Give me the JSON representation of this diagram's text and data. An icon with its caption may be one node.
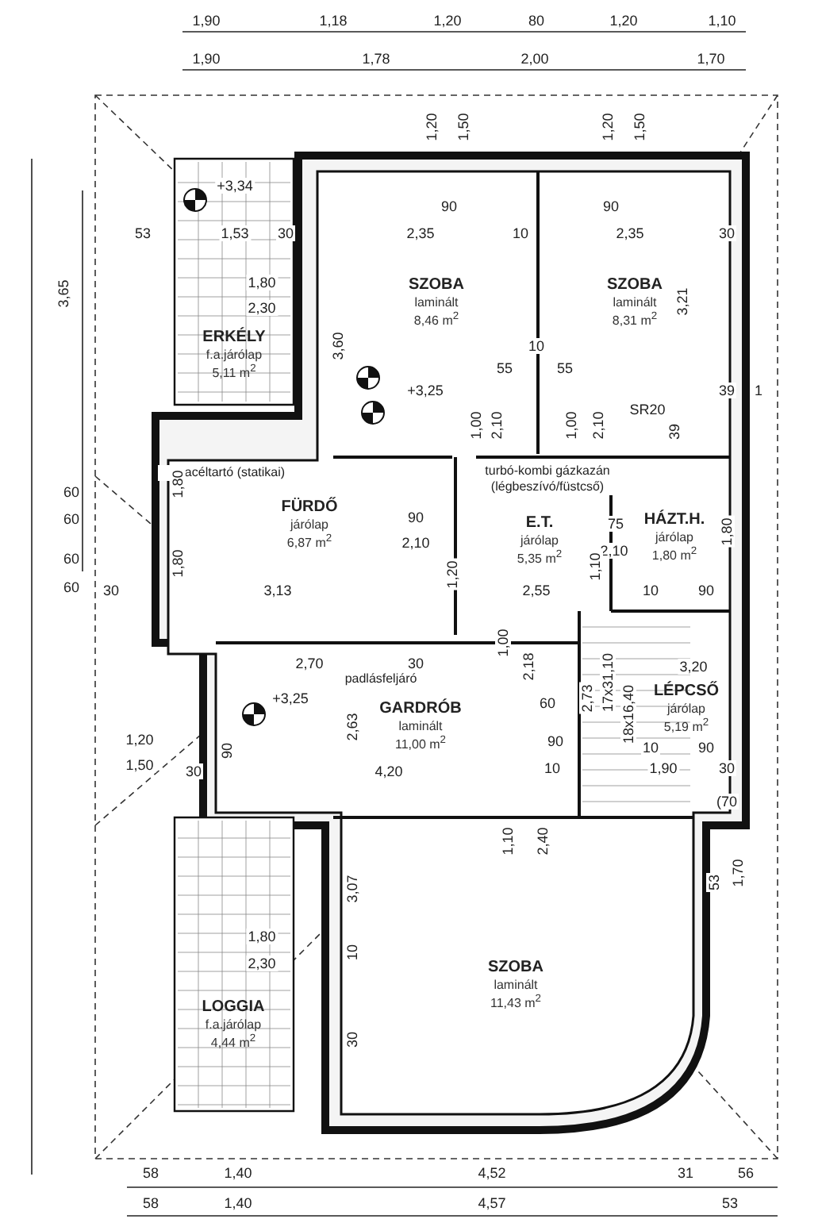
{
  "diagram": {
    "nodes": [
      {
        "text": [
          "SZOBA",
          "laminált",
          "8,46 m$^{2}$"
        ]
      },
      {
        "text": [
          "SZOBA",
          "laminált",
          "8,31 m$^{2}$"
        ]
      },
      {
        "text": [
          "ERKÉLY",
          "f.a.járólap",
          "5,11 m$^{2}$"
        ]
      },
      {
        "text": [
          "FÜRDŐ",
          "járólap",
          "6,87 m$^{2}$"
        ]
      },
      {
        "text": [
          "E.T.",
          "járólap",
          "5,35 m$^{2}$"
        ]
      },
      {
        "text": [
          "HÁZT.H.",
          "járólap",
          "1,80 m$^{2}$"
        ]
      },
      {
        "text": [
          "GARDRÓB",
          "laminált",
          "11,00 m$^{2}$"
        ]
      },
      {
        "text": [
          "LÉPCSŐ",
          "járólap",
          "5,19 m$^{2}$"
        ]
      },
      {
        "text": [
          "SZOBA",
          "laminált",
          "11,43 m$^{2}$"
        ]
      },
      {
        "text": [
          "LOGGIA",
          "f.a.járólap",
          "4,44 m$^{2}$"
        ]
      }
    ],
    "labels": [
      "1,90",
      "1,18",
      "1,20",
      "80",
      "1,20",
      "1,10",
      "1,90",
      "1,78",
      "2,00",
      "1,70",
      "1,20",
      "1,50",
      "1,20",
      "1,50",
      "+3,34",
      "90",
      "90",
      "53",
      "1,53",
      "30",
      "2,35",
      "10",
      "2,35",
      "30",
      "3,65",
      "1,80",
      "2,30",
      "3,60",
      "3,21",
      "+3,25",
      "10",
      "55",
      "55",
      "39",
      "1",
      "SR20",
      "1,00",
      "2,10",
      "1,00",
      "2,10",
      "39",
      "acéltartó (statikai)",
      "turbó-kombi gázkazán (légbeszívó/füstcső)",
      "60",
      "60",
      "60",
      "60",
      "1,80",
      "1,80",
      "90",
      "2,10",
      "75",
      "2,10",
      "1,80",
      "30",
      "3,13",
      "1,20",
      "2,55",
      "1,10",
      "10",
      "90",
      "2,70",
      "+3,25",
      "padlásfeljáró",
      "2,63",
      "1,20",
      "1,50",
      "90",
      "30",
      "4,20",
      "1,00",
      "2,18",
      "30",
      "60",
      "90",
      "10",
      "2,73",
      "17x31,10",
      "18x16,40",
      "3,20",
      "10",
      "90",
      "1,90",
      "30",
      "(70",
      "1,10",
      "2,40",
      "3,07",
      "10",
      "53",
      "1,70",
      "1,80",
      "2,30",
      "30",
      "58",
      "1,40",
      "4,52",
      "31",
      "56",
      "58",
      "1,40",
      "4,57",
      "53"
    ]
  }
}
